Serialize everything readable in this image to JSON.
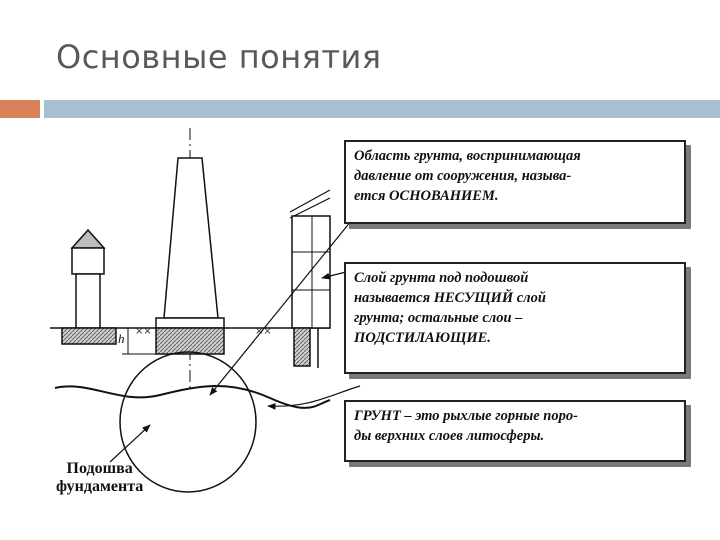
{
  "slide": {
    "title": "Основные понятия"
  },
  "diagram": {
    "notes": {
      "base": [
        "Область грунта, воспринимающая",
        "давление от сооружения, называ-",
        "ется ОСНОВАНИЕМ."
      ],
      "bearing": [
        "Слой грунта под подошвой",
        "называется НЕСУЩИЙ слой",
        "грунта; остальные слои –",
        "ПОДСТИЛАЮЩИЕ."
      ],
      "soil": [
        "ГРУНТ – это рыхлые горные поро-",
        "ды верхних слоев литосферы."
      ]
    },
    "footing_label": [
      "Подошва",
      "фундамента"
    ],
    "depth_label": "h"
  },
  "colors": {
    "accent_orange": "#d9825a",
    "accent_blue": "#a9bfcf",
    "title_gray": "#595959"
  }
}
